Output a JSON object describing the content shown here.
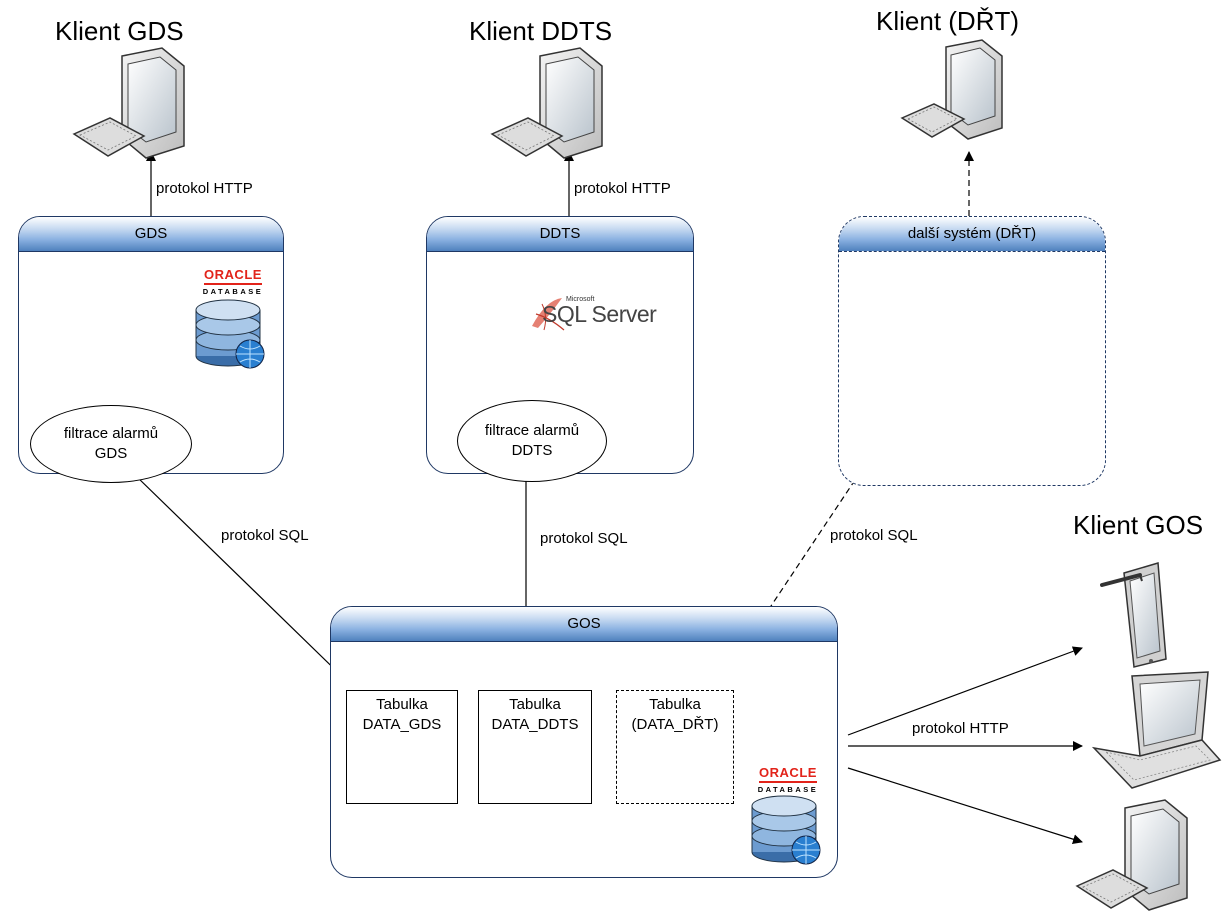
{
  "clients": {
    "gds": "Klient GDS",
    "ddts": "Klient DDTS",
    "drt": "Klient (DŘT)",
    "gos": "Klient GOS"
  },
  "systems": {
    "gds": {
      "title": "GDS",
      "filter": [
        "filtrace alarmů",
        "GDS"
      ]
    },
    "ddts": {
      "title": "DDTS",
      "filter": [
        "filtrace alarmů",
        "DDTS"
      ]
    },
    "drt": {
      "title": "další systém (DŘT)"
    },
    "gos": {
      "title": "GOS"
    }
  },
  "tables": {
    "gds": [
      "Tabulka",
      "DATA_GDS"
    ],
    "ddts": [
      "Tabulka",
      "DATA_DDTS"
    ],
    "drt": [
      "Tabulka",
      "(DATA_DŘT)"
    ]
  },
  "protocols": {
    "http_gds": "protokol HTTP",
    "http_ddts": "protokol HTTP",
    "sql_gds": "protokol SQL",
    "sql_ddts": "protokol SQL",
    "sql_drt": "protokol SQL",
    "http_gos": "protokol HTTP"
  },
  "logos": {
    "oracle_word": "ORACLE",
    "oracle_sub": "DATABASE",
    "sql_ms": "Microsoft",
    "sql_name": "SQL Server"
  }
}
